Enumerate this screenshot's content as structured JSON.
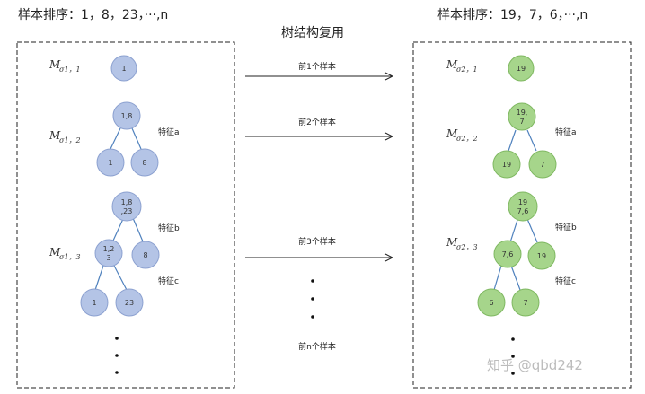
{
  "left": {
    "heading": "样本排序：1，8，23，···,n",
    "models": [
      {
        "m": "M",
        "sub": "σ1，1"
      },
      {
        "m": "M",
        "sub": "σ1，2"
      },
      {
        "m": "M",
        "sub": "σ1，3"
      }
    ],
    "nodes": {
      "t1_root": "1",
      "t2_root": "1,8",
      "t2_left": "1",
      "t2_right": "8",
      "t3_root": [
        "1,8",
        ",23"
      ],
      "t3_mid": [
        "1,2",
        "3"
      ],
      "t3_right": "8",
      "t3_ll": "1",
      "t3_lr": "23"
    },
    "features": [
      "特征a",
      "特征b",
      "特征c"
    ]
  },
  "center": {
    "title": "树结构复用",
    "arrows": [
      "前1个样本",
      "前2个样本",
      "前3个样本"
    ],
    "last": "前n个样本"
  },
  "right": {
    "heading": "样本排序：19，7，6，···,n",
    "models": [
      {
        "m": "M",
        "sub": "σ2，1"
      },
      {
        "m": "M",
        "sub": "σ2，2"
      },
      {
        "m": "M",
        "sub": "σ2，3"
      }
    ],
    "nodes": {
      "t1_root": "19",
      "t2_root": [
        "19,",
        "7"
      ],
      "t2_left": "19",
      "t2_right": "7",
      "t3_root": [
        "19",
        "7,6"
      ],
      "t3_mid": "7,6",
      "t3_right": "19",
      "t3_ll": "6",
      "t3_lr": "7"
    },
    "features": [
      "特征a",
      "特征b",
      "特征c"
    ]
  },
  "watermark": "知乎 @qbd242",
  "colors": {
    "left_fill": "#b4c4e6",
    "left_stroke": "#8ca1d0",
    "right_fill": "#a6d58b",
    "right_stroke": "#7fb861",
    "edge": "#4f81bd",
    "arrow": "#222222"
  }
}
